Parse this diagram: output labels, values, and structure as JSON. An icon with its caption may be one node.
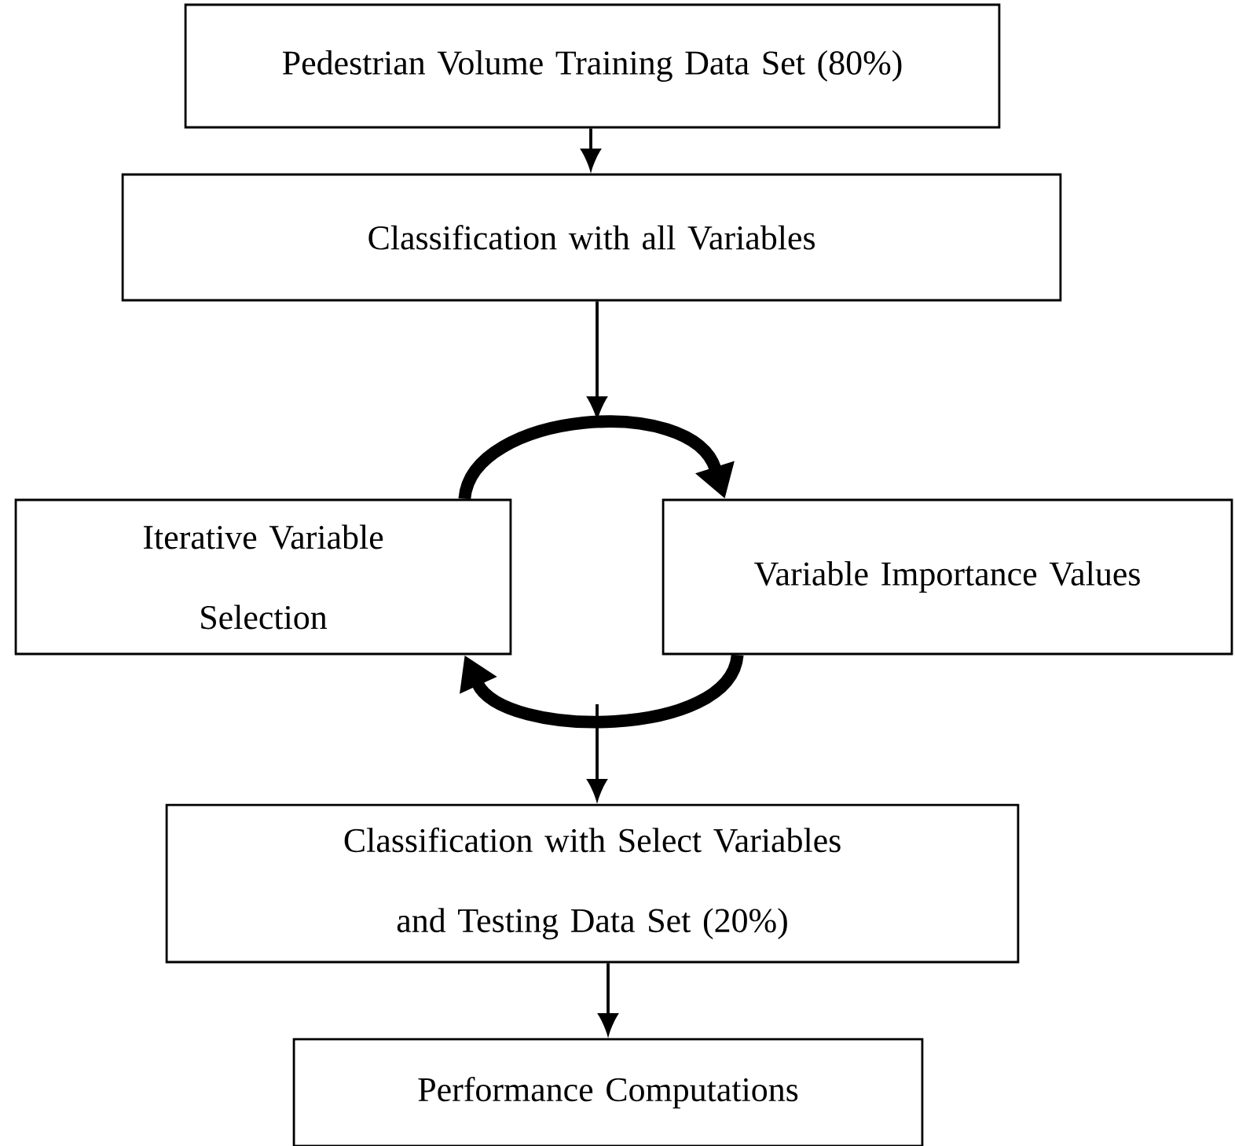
{
  "diagram": {
    "nodes": [
      {
        "text": [
          "Pedestrian Volume Training Data Set (80%)"
        ]
      },
      {
        "text": [
          "Classification with all Variables"
        ]
      },
      {
        "text": [
          "Iterative Variable Selection"
        ]
      },
      {
        "text": [
          "Variable Importance Values"
        ]
      },
      {
        "text": [
          "Classification with Select Variables and Testing Data Set (20%)"
        ]
      },
      {
        "text": [
          "Performance Computations"
        ]
      }
    ],
    "edges": [
      {
        "from": 0,
        "to": 1,
        "arrow": "to"
      },
      {
        "from": 1,
        "to": null,
        "arrow": "to"
      },
      {
        "from": 2,
        "to": 3,
        "arrow": "to",
        "style": "thick"
      },
      {
        "from": 3,
        "to": 2,
        "arrow": "to",
        "style": "thick"
      },
      {
        "from": null,
        "to": 4,
        "arrow": "to"
      },
      {
        "from": 4,
        "to": 5,
        "arrow": "to"
      }
    ]
  }
}
